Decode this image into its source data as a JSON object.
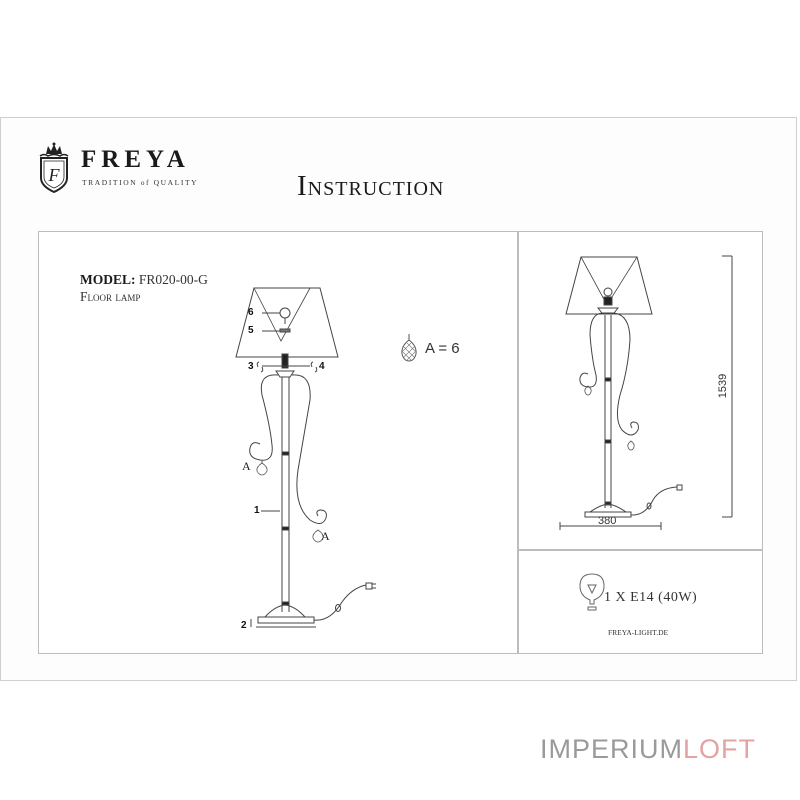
{
  "brand": {
    "name": "FREYA",
    "tagline": "TRADITION of QUALITY",
    "logo_icon": "crowned-shield-f-icon"
  },
  "document": {
    "title": "Instruction",
    "model_label": "MODEL:",
    "model_number": "FR020-00-G",
    "product_type": "Floor lamp"
  },
  "assembly_drawing": {
    "part_labels": [
      "1",
      "2",
      "3",
      "4",
      "5",
      "6"
    ],
    "crystal_label": "A",
    "crystal_legend": {
      "icon": "crystal-pendant-icon",
      "text": "A = 6"
    }
  },
  "dimension_drawing": {
    "height": "1539",
    "width": "380"
  },
  "specs": {
    "bulb_icon": "light-bulb-icon",
    "bulb": "1 X E14 (40W)",
    "website": "FREYA-LIGHT.DE"
  },
  "watermark": {
    "part1": "IMPERIUM",
    "part2": "LOFT",
    "colors": {
      "part1": "#9a9a9a",
      "part2": "#e3a3a3"
    }
  }
}
